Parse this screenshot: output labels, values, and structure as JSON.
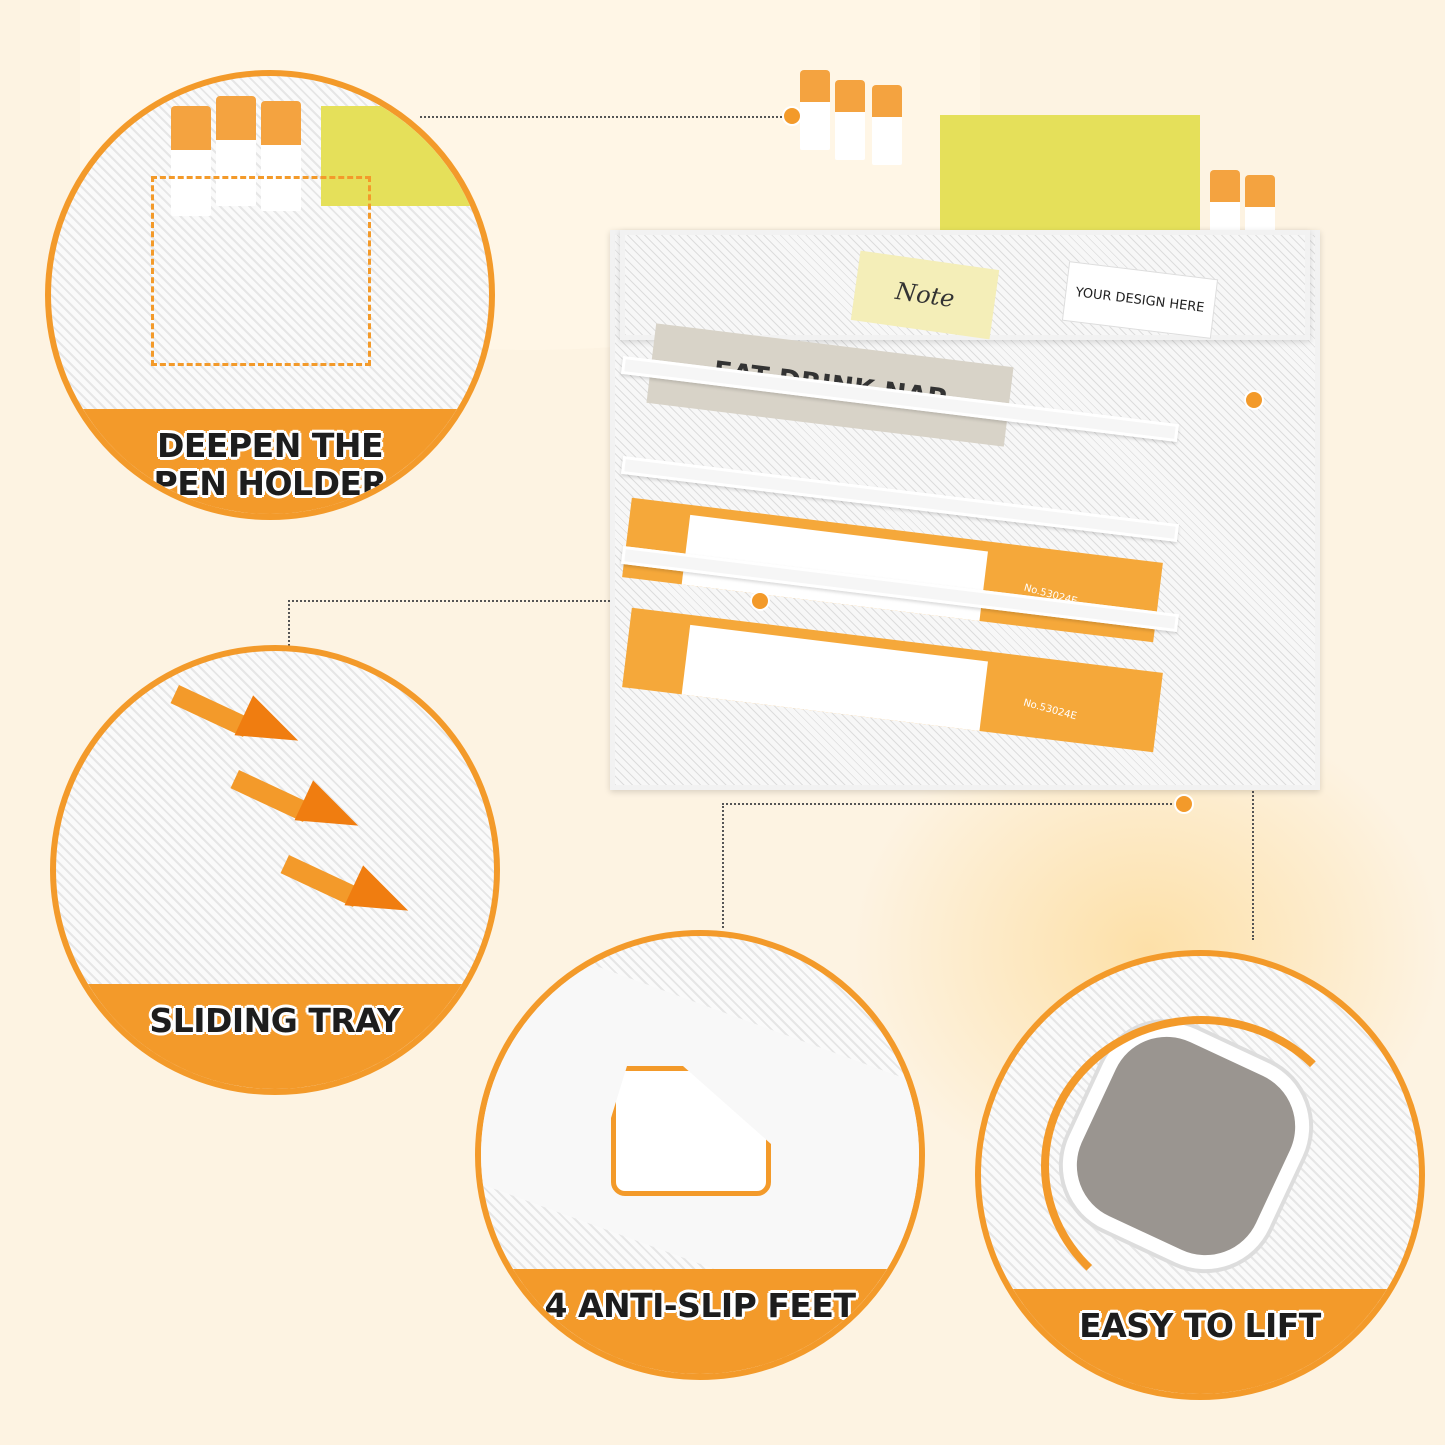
{
  "colors": {
    "accent": "#f39a2a",
    "background": "#fdf3e2"
  },
  "callouts": [
    {
      "label": "DEEPEN THE PEN HOLDER",
      "icon": "pen-holder-closeup"
    },
    {
      "label": "SLIDING TRAY",
      "icon": "sliding-arrows-icon"
    },
    {
      "label": "4 ANTI-SLIP FEET",
      "icon": "anti-slip-foot"
    },
    {
      "label": "EASY TO LIFT",
      "icon": "handle-cutout"
    }
  ],
  "product": {
    "book_title": "EAT DRINK NAP",
    "note_label": "Note",
    "card_text": "YOUR DESIGN HERE",
    "folder_codes": [
      "No.53024E",
      "No.53024E"
    ]
  }
}
